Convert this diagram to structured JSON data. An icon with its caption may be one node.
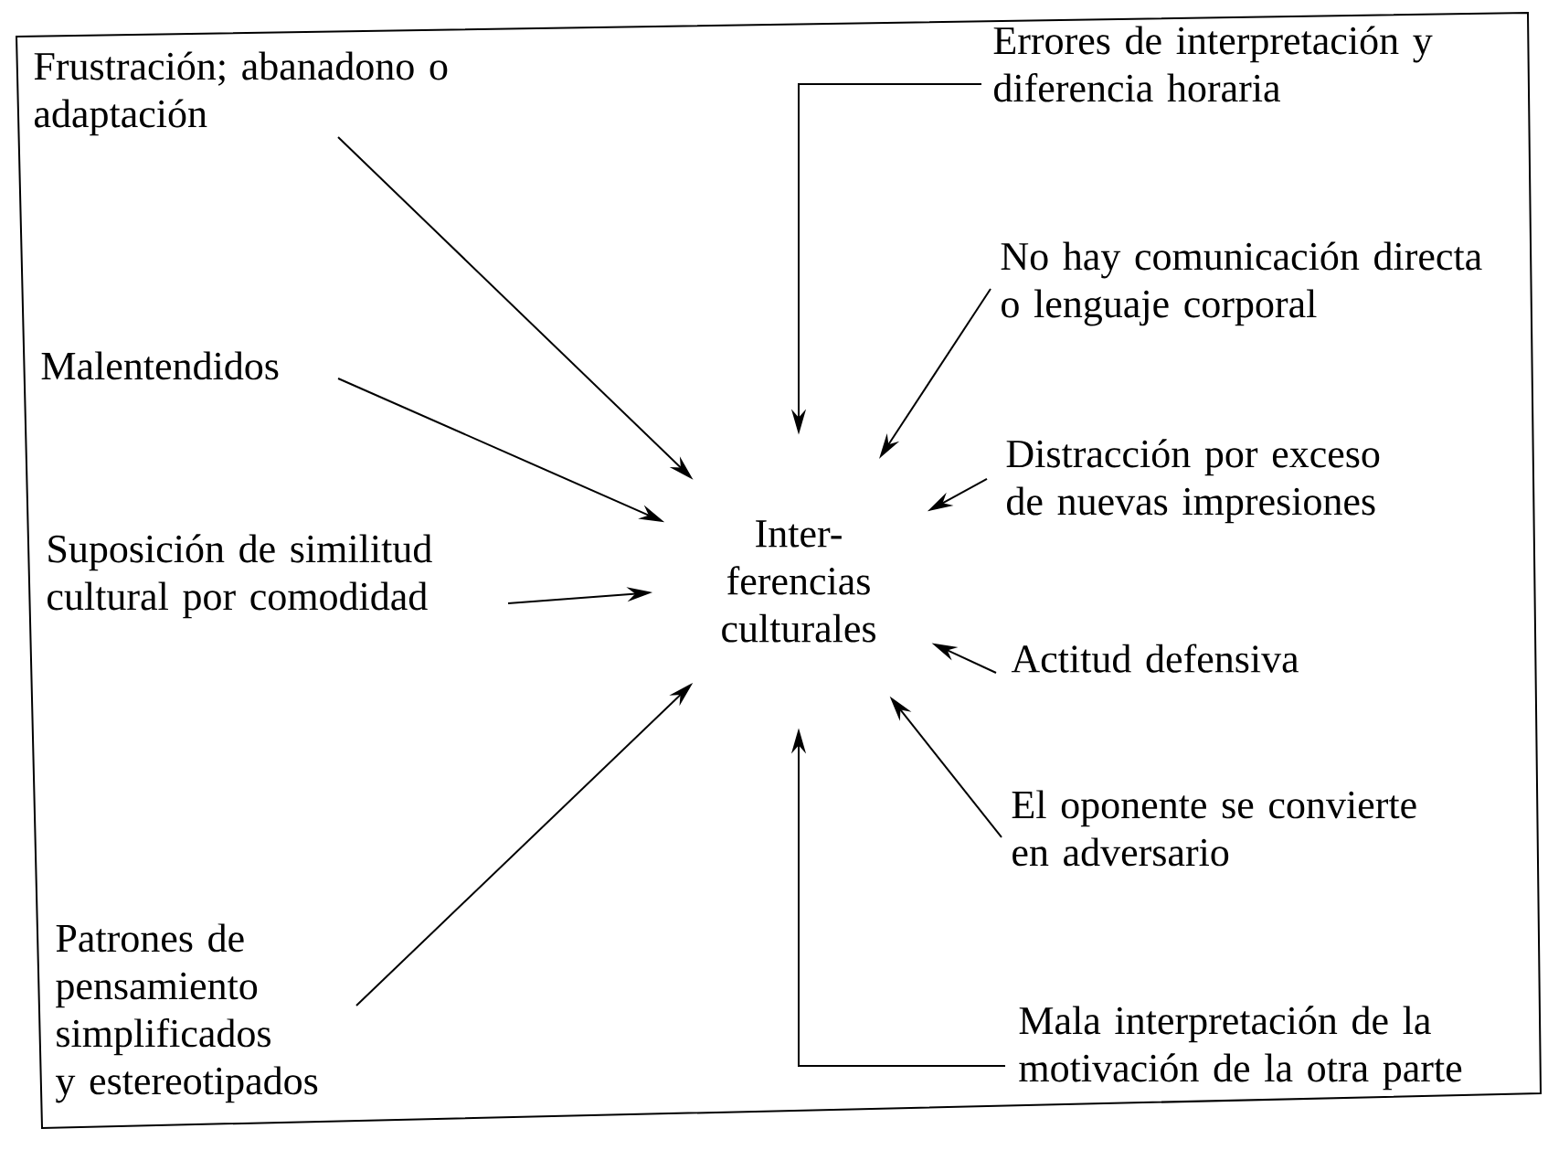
{
  "diagram": {
    "nodes": [
      {
        "text": [
          "Frustración; abanadono o adaptación"
        ]
      },
      {
        "text": [
          "Errores de interpretación y diferencia horaria"
        ]
      },
      {
        "text": [
          "No hay comunicación directa o lenguaje corporal"
        ]
      },
      {
        "text": [
          "Malentendidos"
        ]
      },
      {
        "text": [
          "Distracción por exceso de nuevas impresiones"
        ]
      },
      {
        "text": [
          "Inter- ferencias culturales"
        ]
      },
      {
        "text": [
          "Suposición de similitud cultural por comodidad"
        ]
      },
      {
        "text": [
          "Actitud defensiva"
        ]
      },
      {
        "text": [
          "El oponente se convierte en adversario"
        ]
      },
      {
        "text": [
          "Patrones de pensamiento simplificados y estereotipados"
        ]
      },
      {
        "text": [
          "Mala interpretación de la motivación de la otra parte"
        ]
      }
    ],
    "edges": [
      {
        "from": 0,
        "to": 5,
        "arrow": "to"
      },
      {
        "from": 1,
        "to": 5,
        "arrow": "to"
      },
      {
        "from": 2,
        "to": 5,
        "arrow": "to"
      },
      {
        "from": 3,
        "to": 5,
        "arrow": "to"
      },
      {
        "from": 4,
        "to": 5,
        "arrow": "to"
      },
      {
        "from": 6,
        "to": 5,
        "arrow": "to"
      },
      {
        "from": 7,
        "to": 5,
        "arrow": "to"
      },
      {
        "from": 8,
        "to": 5,
        "arrow": "to"
      },
      {
        "from": 9,
        "to": 5,
        "arrow": "to"
      },
      {
        "from": 10,
        "to": 5,
        "arrow": "to"
      }
    ]
  }
}
